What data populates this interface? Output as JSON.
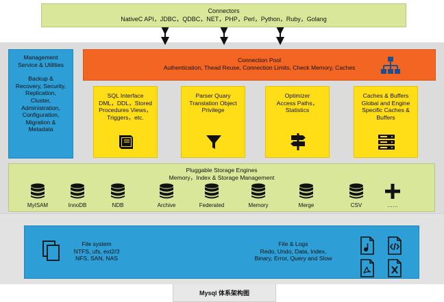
{
  "connectors": {
    "title": "Connectors",
    "list": "NativeC API，JDBC，QDBC，NET，PHP，Perl，Python，Ruby，Golang"
  },
  "management": {
    "title_line1": "Management",
    "title_line2": "Service & Utilities",
    "items": [
      "Backup &",
      "Recovery, Security,",
      "Replication,",
      "Cluster,",
      "Administration,",
      "Configuration,",
      "Migration &",
      "Metadata"
    ]
  },
  "connection_pool": {
    "title": "Connection Pool",
    "desc": "Authentication, Thead Reuse, Connection Limits, Check Memory, Caches",
    "icon": "network-hierarchy-icon"
  },
  "modules": [
    {
      "lines": [
        "SQL Interface",
        "DML，DDL，Stored",
        "Procedures Views，",
        "Triggers，etc."
      ],
      "icon": "book-icon"
    },
    {
      "lines": [
        "Parser Quary",
        "Translation Object",
        "Privilege"
      ],
      "icon": "funnel-icon"
    },
    {
      "lines": [
        "Optimizer",
        "Access Paths，",
        "Statistics"
      ],
      "icon": "signpost-icon"
    },
    {
      "lines": [
        "Caches & Buffers",
        "Global and Engine",
        "Specific Caches &",
        "Buffers"
      ],
      "icon": "server-rack-icon"
    }
  ],
  "storage": {
    "title": "Pluggable Storage Engines",
    "subtitle": "Memory，Index & Storage Management",
    "engines": [
      "MyISAM",
      "InnoDB",
      "NDB",
      "Archive",
      "Federated",
      "Memory",
      "Merge",
      "CSV",
      "……"
    ]
  },
  "filesystem": {
    "lines": [
      "File system",
      "NTFS, ufs, ext2/3",
      "NFS, SAN, NAS"
    ],
    "icon": "copy-files-icon"
  },
  "files_logs": {
    "lines": [
      "File & Logs",
      "Redo, Undo, Data, Index,",
      "Binary, Error, Query and Slow"
    ],
    "icons": [
      "audio-file-icon",
      "code-file-icon",
      "pdf-file-icon",
      "excel-file-icon"
    ]
  },
  "caption": "Mysql 体系架构图",
  "colors": {
    "green": "#d9e79a",
    "blue": "#2e9fd6",
    "orange": "#f26522",
    "yellow": "#ffde17",
    "grey": "#dcdcdc"
  }
}
